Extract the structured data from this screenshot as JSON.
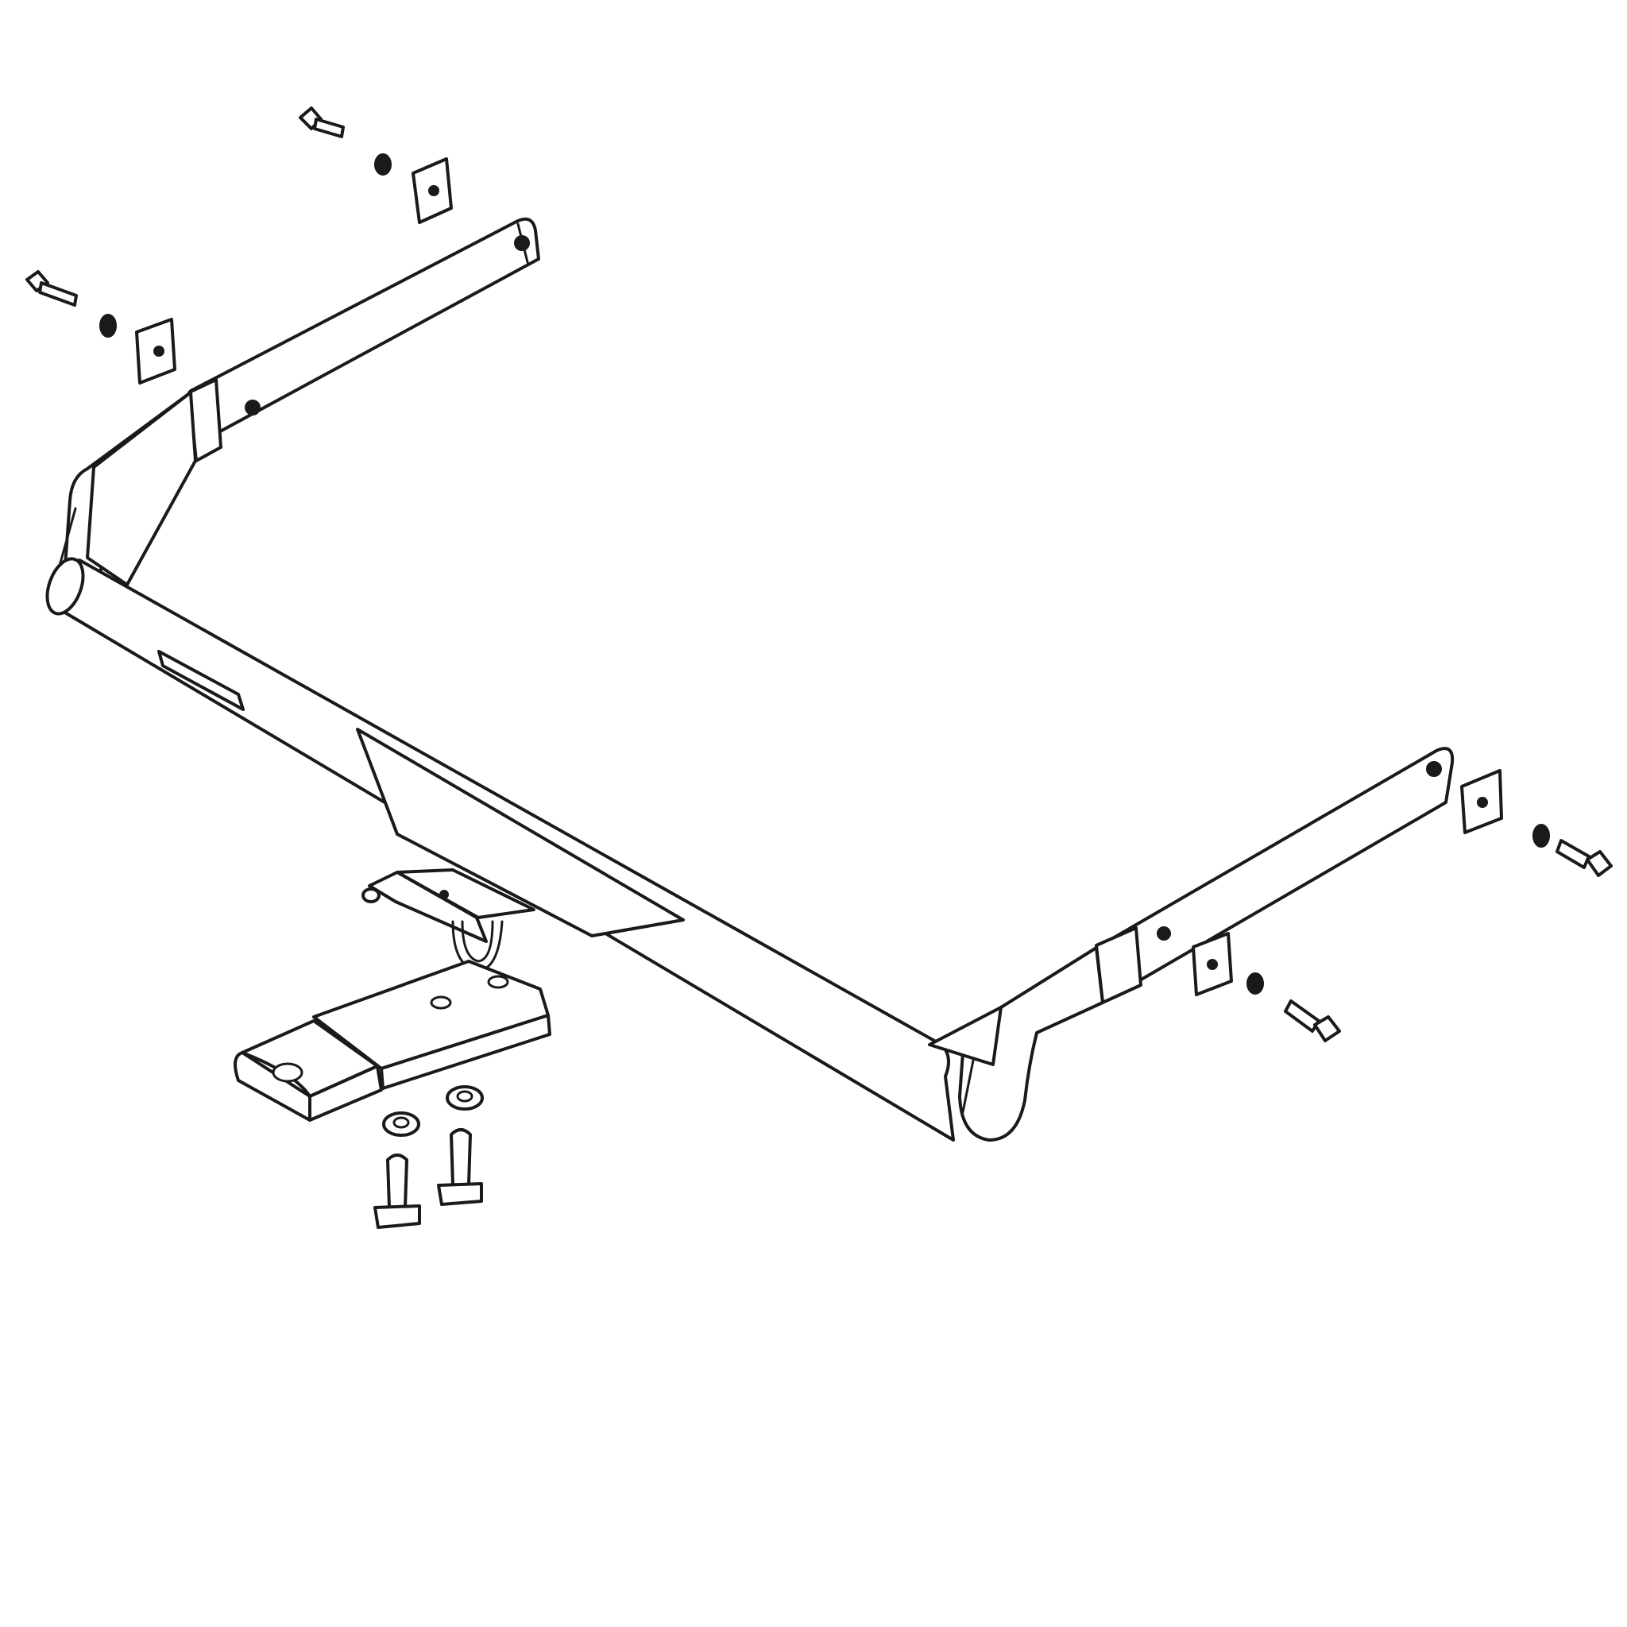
{
  "diagram": {
    "subject": "tow-hitch-exploded-view",
    "line_color": "#1a1a1a",
    "background": "#ffffff",
    "parts": [
      "crossbar",
      "left-mounting-arm",
      "right-mounting-arm",
      "ball-mount-drawbar",
      "safety-chain-loop",
      "mounting-plate",
      "hex-bolt",
      "lock-washer",
      "nut"
    ]
  }
}
